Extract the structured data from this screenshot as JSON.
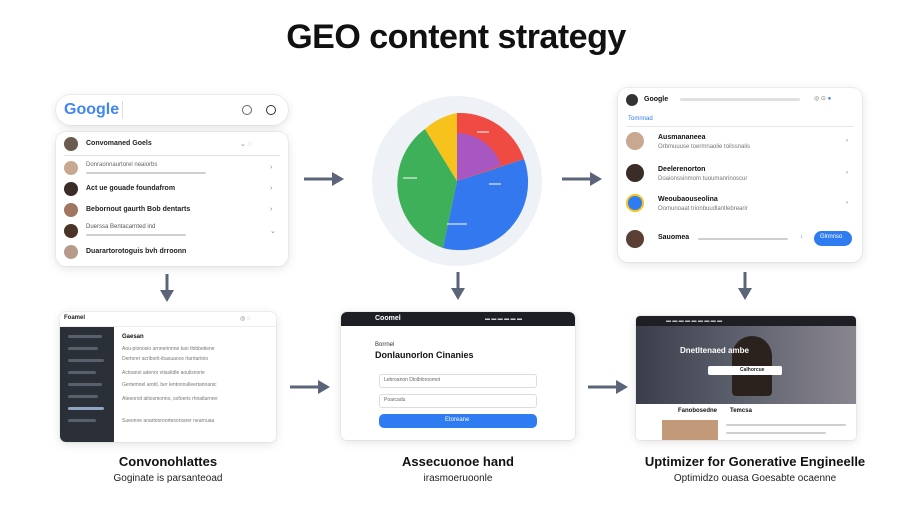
{
  "title": "GEO content strategy",
  "search_panel": {
    "logo": "Google",
    "rows": [
      "Convomaned Goels",
      "Donraonnaurtorel neaiorbs",
      "Act ue gouade foundafrom",
      "Bebornout gaurth Bob dentarts",
      "Duerssa Bentacarnted ind",
      "Duarartorotoguis bvh drroonn"
    ]
  },
  "people_panel": {
    "header": "Google",
    "tab": "Tomnnad",
    "rows": [
      {
        "name": "Ausmananeea",
        "sub": "Orbmuuuse toermnaolie toilssnalis"
      },
      {
        "name": "Deelerenorton",
        "sub": "Doaionssinmom tuoumanrinoscur"
      },
      {
        "name": "Weoubaouseolina",
        "sub": "Oomunoaat trionbuudlantlebrearir"
      },
      {
        "name": "Sauomea",
        "sub": ""
      }
    ],
    "button": "Glnnnso"
  },
  "dashboard": {
    "brand": "Foamel",
    "heading": "Gaesan",
    "lines": [
      "Aou-pionosio arnnerinnne kan thibbetiene",
      "Dertorer acriborit-ibasuaoce rlarrtartnio",
      "Actoanoi adenor vtisaltdle aoulisnorie",
      "Gertemnel arotil, ber lentonnulleertannanic",
      "Ateeoroit aitiosmonno, sofoeris rhnatlarnrer",
      "Sueonne anartooroortesorsarer nearnuaa"
    ]
  },
  "form_panel": {
    "brand": "Coomel",
    "heading1": "Borrnel",
    "heading2": "Donlaunorlon Cinanies",
    "field1": "Lebroanon Dlolbloroomot",
    "field2": "Poarcadu",
    "button": "Etoreane"
  },
  "site_panel": {
    "hero_title": "Dnetltenaed ambe",
    "hero_button": "Calhorcue",
    "tabs": [
      "Fanobosedne",
      "Temcsa"
    ]
  },
  "captions": [
    {
      "title": "Convonohlattes",
      "subtitle": "Goginate is parsanteoad"
    },
    {
      "title": "Assecuonoe hand",
      "subtitle": "irasmoeruoonle"
    },
    {
      "title": "Uptimizer for Gonerative Engineelle",
      "subtitle": "Optimidzo ouasa Goesabte ocaenne"
    }
  ],
  "colors": {
    "pie_green": "#3fb05a",
    "pie_blue": "#3478f0",
    "pie_red": "#ef4b43",
    "pie_yellow": "#f7c21b",
    "pie_purple": "#9b59d8",
    "arrow": "#5b6478",
    "accent_button": "#2f7bf2",
    "sidebar": "#2a2f38"
  }
}
